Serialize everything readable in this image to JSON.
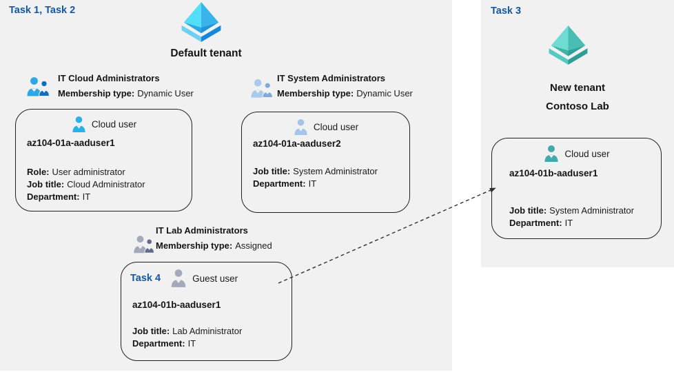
{
  "colors": {
    "task_label_blue": "#1358a0",
    "panel_background": "#f1f1f2",
    "card_border": "#1f1f1f",
    "arrow": "#2f2f2f",
    "tenant_icon_blue_light": "#54dff9",
    "tenant_icon_blue_dark": "#1d94dc",
    "tenant_icon_teal_light": "#6fdcd4",
    "tenant_icon_teal_dark": "#2ea198",
    "cloud_user_icon_cyan": "#2ab2e7",
    "cloud_user_icon_muted_blue": "#a4c4ea",
    "guest_user_icon_gray": "#a4a9bc",
    "cloud_user_icon_teal": "#41a8ac",
    "group_icon_blue_big": "#2ea7e5",
    "group_icon_blue_small": "#0e6ec4",
    "group_icon_muted_big": "#a8caec",
    "group_icon_muted_small": "#7fa9db",
    "group_icon_gray_big": "#a3a8bb",
    "group_icon_gray_small": "#646c8c"
  },
  "default_tenant": {
    "task_label": "Task 1, Task 2",
    "title": "Default tenant",
    "groups": [
      {
        "name": "IT Cloud Administrators",
        "membership_label": "Membership type:",
        "membership_value": "Dynamic User"
      },
      {
        "name": "IT System Administrators",
        "membership_label": "Membership type:",
        "membership_value": "Dynamic User"
      },
      {
        "name": "IT Lab Administrators",
        "membership_label": "Membership type:",
        "membership_value": "Assigned"
      }
    ],
    "users": [
      {
        "type_label": "Cloud user",
        "name": "az104-01a-aaduser1",
        "attrs": [
          {
            "label": "Role:",
            "value": "User administrator"
          },
          {
            "label": "Job title:",
            "value": "Cloud Administrator"
          },
          {
            "label": "Department:",
            "value": "IT"
          }
        ]
      },
      {
        "type_label": "Cloud user",
        "name": "az104-01a-aaduser2",
        "attrs": [
          {
            "label": "Job title:",
            "value": "System Administrator"
          },
          {
            "label": "Department:",
            "value": "IT"
          }
        ]
      },
      {
        "task_label": "Task 4",
        "type_label": "Guest user",
        "name": "az104-01b-aaduser1",
        "attrs": [
          {
            "label": "Job title:",
            "value": "Lab Administrator"
          },
          {
            "label": "Department:",
            "value": "IT"
          }
        ]
      }
    ]
  },
  "new_tenant": {
    "task_label": "Task 3",
    "title_line1": "New tenant",
    "title_line2": "Contoso Lab",
    "user": {
      "type_label": "Cloud user",
      "name": "az104-01b-aaduser1",
      "attrs": [
        {
          "label": "Job title:",
          "value": "System Administrator"
        },
        {
          "label": "Department:",
          "value": "IT"
        }
      ]
    }
  }
}
